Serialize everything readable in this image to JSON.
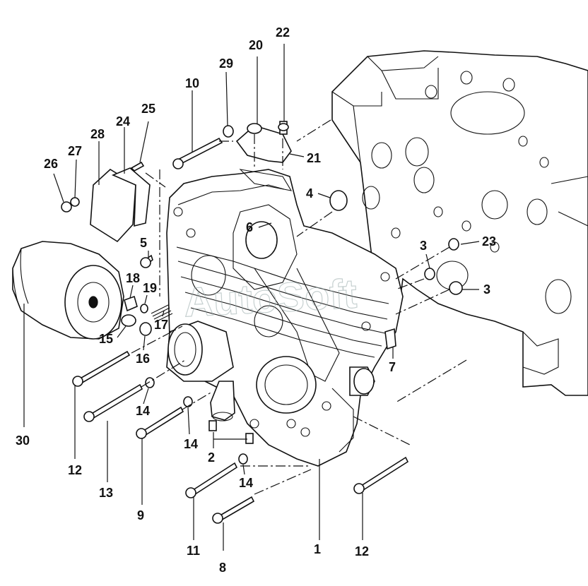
{
  "watermark": "AutoSoft",
  "callouts": [
    {
      "id": "c1",
      "label": "1"
    },
    {
      "id": "c2",
      "label": "2"
    },
    {
      "id": "c3a",
      "label": "3"
    },
    {
      "id": "c3b",
      "label": "3"
    },
    {
      "id": "c4",
      "label": "4"
    },
    {
      "id": "c5",
      "label": "5"
    },
    {
      "id": "c6",
      "label": "6"
    },
    {
      "id": "c7",
      "label": "7"
    },
    {
      "id": "c8",
      "label": "8"
    },
    {
      "id": "c9",
      "label": "9"
    },
    {
      "id": "c10",
      "label": "10"
    },
    {
      "id": "c11",
      "label": "11"
    },
    {
      "id": "c12a",
      "label": "12"
    },
    {
      "id": "c12b",
      "label": "12"
    },
    {
      "id": "c13",
      "label": "13"
    },
    {
      "id": "c14a",
      "label": "14"
    },
    {
      "id": "c14b",
      "label": "14"
    },
    {
      "id": "c14c",
      "label": "14"
    },
    {
      "id": "c15",
      "label": "15"
    },
    {
      "id": "c16",
      "label": "16"
    },
    {
      "id": "c17",
      "label": "17"
    },
    {
      "id": "c18",
      "label": "18"
    },
    {
      "id": "c19",
      "label": "19"
    },
    {
      "id": "c20",
      "label": "20"
    },
    {
      "id": "c21",
      "label": "21"
    },
    {
      "id": "c22",
      "label": "22"
    },
    {
      "id": "c23",
      "label": "23"
    },
    {
      "id": "c24",
      "label": "24"
    },
    {
      "id": "c25",
      "label": "25"
    },
    {
      "id": "c26",
      "label": "26"
    },
    {
      "id": "c27",
      "label": "27"
    },
    {
      "id": "c28",
      "label": "28"
    },
    {
      "id": "c29",
      "label": "29"
    },
    {
      "id": "c30",
      "label": "30"
    }
  ]
}
